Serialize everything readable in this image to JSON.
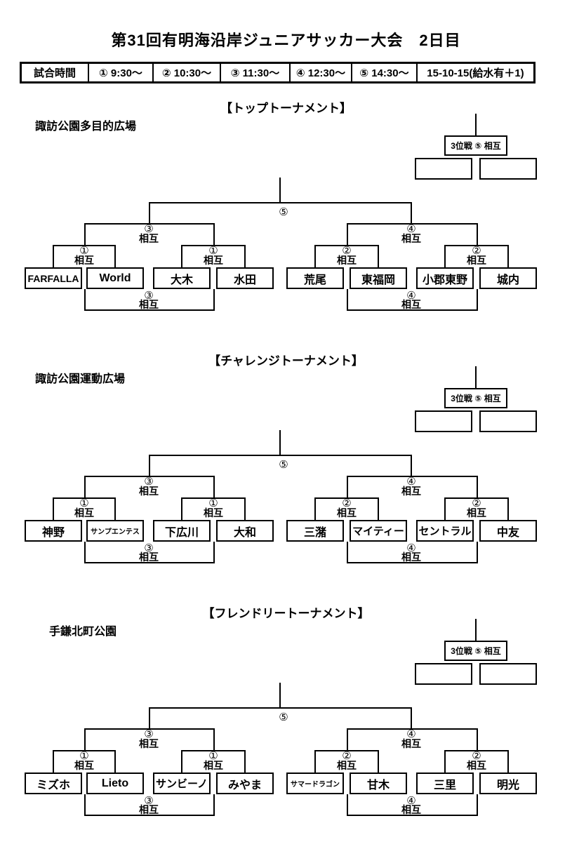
{
  "page_title": "第31回有明海沿岸ジュニアサッカー大会　2日目",
  "schedule_table": {
    "header": "試合時間",
    "slots": [
      "① 9:30～",
      "② 10:30～",
      "③ 11:30～",
      "④ 12:30～",
      "⑤ 14:30～"
    ],
    "format_note": "15-10-15(給水有＋1)"
  },
  "bracket_labels": {
    "third_place": "3位戦 ⑤ 相互",
    "final_no": "⑤",
    "semi_left_no": "③",
    "semi_right_no": "④",
    "qf1_no": "①",
    "qf2_no": "①",
    "qf3_no": "②",
    "qf4_no": "②",
    "consolation_left_no": "③",
    "consolation_right_no": "④",
    "referee": "相互"
  },
  "tournaments": [
    {
      "title": "【トップトーナメント】",
      "venue": "諏訪公園多目的広場",
      "teams": [
        "FARFALLA",
        "World",
        "大木",
        "水田",
        "荒尾",
        "東福岡",
        "小郡東野",
        "城内"
      ]
    },
    {
      "title": "【チャレンジトーナメント】",
      "venue": "諏訪公園運動広場",
      "teams": [
        "神野",
        "サンプエンテス",
        "下広川",
        "大和",
        "三潴",
        "マイティー",
        "セントラル",
        "中友"
      ]
    },
    {
      "title": "【フレンドリートーナメント】",
      "venue": "手鎌北町公園",
      "teams": [
        "ミズホ",
        "Lieto",
        "サンビーノ",
        "みやま",
        "サマードラゴン",
        "甘木",
        "三里",
        "明光"
      ]
    }
  ]
}
